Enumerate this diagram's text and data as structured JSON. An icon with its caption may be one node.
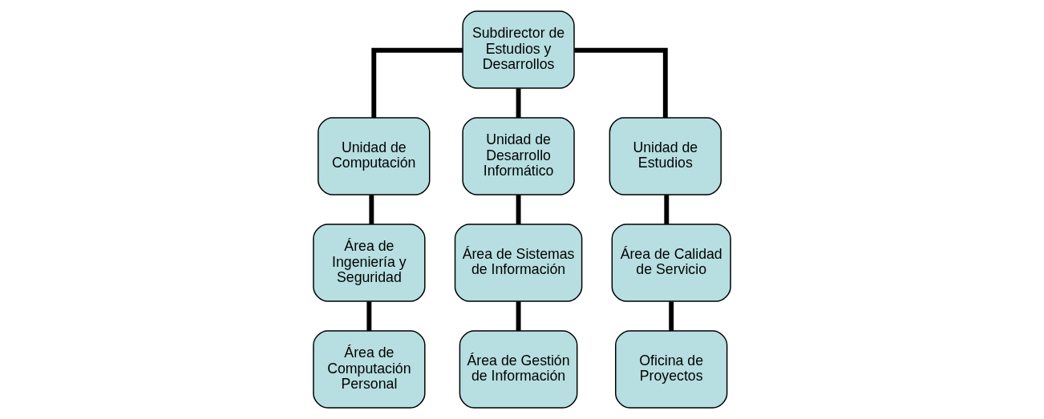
{
  "diagram": {
    "nodes": [
      {
        "text": [
          "Subdirector de Estudios y Desarrollos"
        ]
      },
      {
        "text": [
          "Unidad de Computación"
        ]
      },
      {
        "text": [
          "Unidad de Desarrollo Informático"
        ]
      },
      {
        "text": [
          "Unidad de Estudios"
        ]
      },
      {
        "text": [
          "Área de Ingeniería y Seguridad"
        ]
      },
      {
        "text": [
          "Área de Computación Personal"
        ]
      },
      {
        "text": [
          "Área de Sistemas de Información"
        ]
      },
      {
        "text": [
          "Área de Gestión de Información"
        ]
      },
      {
        "text": [
          "Área de Calidad de Servicio"
        ]
      },
      {
        "text": [
          "Oficina de Proyectos"
        ]
      }
    ],
    "edges": [
      {
        "from": 0,
        "to": 1,
        "arrow": "none"
      },
      {
        "from": 0,
        "to": 2,
        "arrow": "none"
      },
      {
        "from": 0,
        "to": 3,
        "arrow": "none"
      },
      {
        "from": 1,
        "to": 4,
        "arrow": "none"
      },
      {
        "from": 4,
        "to": 5,
        "arrow": "none"
      },
      {
        "from": 2,
        "to": 6,
        "arrow": "none"
      },
      {
        "from": 6,
        "to": 7,
        "arrow": "none"
      },
      {
        "from": 3,
        "to": 8,
        "arrow": "none"
      },
      {
        "from": 8,
        "to": 9,
        "arrow": "none"
      }
    ]
  }
}
